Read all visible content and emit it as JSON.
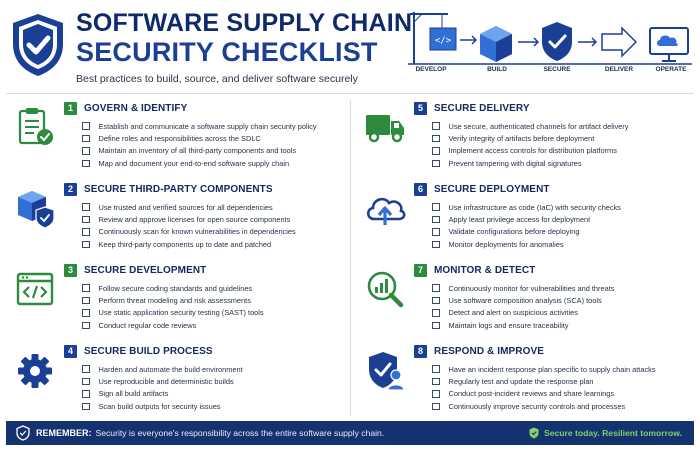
{
  "header": {
    "title_line1": "SOFTWARE SUPPLY CHAIN",
    "title_line2": "SECURITY CHECKLIST",
    "subtitle": "Best practices to build, source, and deliver software securely",
    "pipeline": [
      "DEVELOP",
      "BUILD",
      "SECURE",
      "DELIVER",
      "OPERATE"
    ]
  },
  "sections": [
    {
      "num": "1",
      "title": "GOVERN & IDENTIFY",
      "icon": "clipboard-check-icon",
      "items": [
        "Establish and communicate a software supply chain security policy",
        "Define roles and responsibilities across the SDLC",
        "Maintain an inventory of all third-party components and tools",
        "Map and document your end-to-end software supply chain"
      ]
    },
    {
      "num": "2",
      "title": "SECURE THIRD-PARTY COMPONENTS",
      "icon": "package-shield-icon",
      "items": [
        "Use trusted and verified sources for all dependencies",
        "Review and approve licenses for open source components",
        "Continuously scan for known vulnerabilities in dependencies",
        "Keep third-party components up to date and patched"
      ]
    },
    {
      "num": "3",
      "title": "SECURE DEVELOPMENT",
      "icon": "code-window-icon",
      "items": [
        "Follow secure coding standards and guidelines",
        "Perform threat modeling and risk assessments",
        "Use static application security testing (SAST) tools",
        "Conduct regular code reviews"
      ]
    },
    {
      "num": "4",
      "title": "SECURE BUILD PROCESS",
      "icon": "gear-icon",
      "items": [
        "Harden and automate the build environment",
        "Use reproducible and deterministic builds",
        "Sign all build artifacts",
        "Scan build outputs for security issues"
      ]
    },
    {
      "num": "5",
      "title": "SECURE DELIVERY",
      "icon": "delivery-truck-icon",
      "items": [
        "Use secure, authenticated channels for artifact delivery",
        "Verify integrity of artifacts before deployment",
        "Implement access controls for distribution platforms",
        "Prevent tampering with digital signatures"
      ]
    },
    {
      "num": "6",
      "title": "SECURE DEPLOYMENT",
      "icon": "cloud-upload-icon",
      "items": [
        "Use infrastructure as code (IaC) with security checks",
        "Apply least privilege access for deployment",
        "Validate configurations before deploying",
        "Monitor deployments for anomalies"
      ]
    },
    {
      "num": "7",
      "title": "MONITOR & DETECT",
      "icon": "monitor-magnifier-icon",
      "items": [
        "Continuously monitor for vulnerabilities and threats",
        "Use software composition analysis (SCA) tools",
        "Detect and alert on suspicious activities",
        "Maintain logs and ensure traceability"
      ]
    },
    {
      "num": "8",
      "title": "RESPOND & IMPROVE",
      "icon": "user-shield-icon",
      "items": [
        "Have an incident response plan specific to supply chain attacks",
        "Regularly test and update the response plan",
        "Conduct post-incident reviews and share learnings",
        "Continuously improve security controls and processes"
      ]
    }
  ],
  "footer": {
    "remember_label": "REMEMBER:",
    "message": "Security is everyone's responsibility across the entire software supply chain.",
    "tagline": "Secure today. Resilient tomorrow."
  },
  "colors": {
    "navy": "#143170",
    "blue": "#1c3f96",
    "accent_blue": "#2f6fd6",
    "green": "#2e8b3e",
    "footer_green": "#7fd36b"
  }
}
